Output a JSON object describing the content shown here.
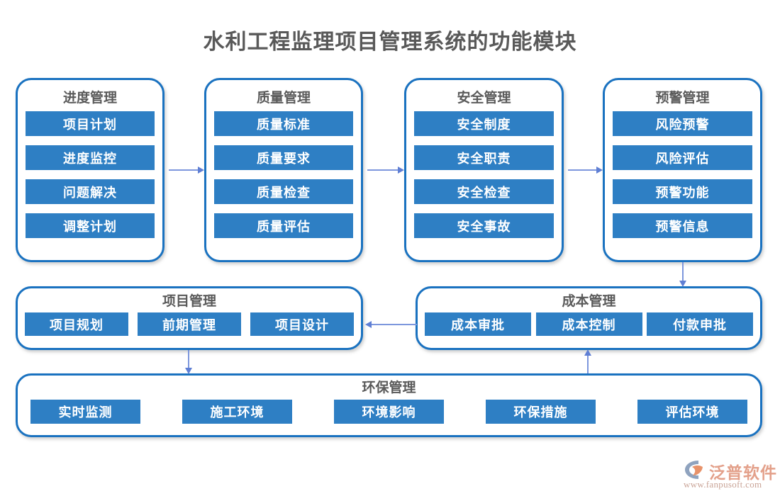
{
  "title": "水利工程监理项目管理系统的功能模块",
  "colors": {
    "card_border": "#1a72c0",
    "chip_fill": "#2e7fc4",
    "chip_text": "#ffffff",
    "title_text": "#595959",
    "connector": "#7d97dd",
    "logo_brand": "#e3a08a",
    "logo_url": "#c9a396",
    "background": "#ffffff"
  },
  "columns": [
    {
      "title": "进度管理",
      "items": [
        "项目计划",
        "进度监控",
        "问题解决",
        "调整计划"
      ]
    },
    {
      "title": "质量管理",
      "items": [
        "质量标准",
        "质量要求",
        "质量检查",
        "质量评估"
      ]
    },
    {
      "title": "安全管理",
      "items": [
        "安全制度",
        "安全职责",
        "安全检查",
        "安全事故"
      ]
    },
    {
      "title": "预警管理",
      "items": [
        "风险预警",
        "风险评估",
        "预警功能",
        "预警信息"
      ]
    }
  ],
  "project": {
    "title": "项目管理",
    "items": [
      "项目规划",
      "前期管理",
      "项目设计"
    ]
  },
  "cost": {
    "title": "成本管理",
    "items": [
      "成本审批",
      "成本控制",
      "付款申批"
    ]
  },
  "environment": {
    "title": "环保管理",
    "items": [
      "实时监测",
      "施工环境",
      "环境影响",
      "环保措施",
      "评估环境"
    ]
  },
  "logo": {
    "brand": "泛普软件",
    "url": "www.fanpusoft.com",
    "mark": "fanpu-logo-icon"
  }
}
